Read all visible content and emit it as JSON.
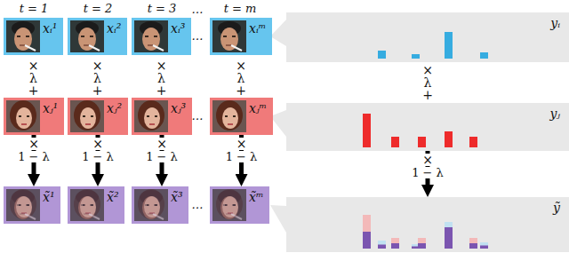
{
  "diagram": {
    "nodes": [
      {
        "text": [
          "xᵢ¹"
        ]
      },
      {
        "text": [
          "xᵢ²"
        ]
      },
      {
        "text": [
          "xᵢ³"
        ]
      },
      {
        "text": [
          "xᵢᵐ"
        ]
      },
      {
        "text": [
          "yᵢ"
        ]
      },
      {
        "text": [
          "xⱼ¹"
        ]
      },
      {
        "text": [
          "xⱼ²"
        ]
      },
      {
        "text": [
          "xⱼ³"
        ]
      },
      {
        "text": [
          "xⱼᵐ"
        ]
      },
      {
        "text": [
          "yⱼ"
        ]
      },
      {
        "text": [
          "x̃¹"
        ]
      },
      {
        "text": [
          "x̃²"
        ]
      },
      {
        "text": [
          "x̃³"
        ]
      },
      {
        "text": [
          "x̃ᵐ"
        ]
      },
      {
        "text": [
          "ỹ"
        ]
      }
    ],
    "edges": [
      {
        "from": 5,
        "to": 10,
        "arrow": "to",
        "label": "1 − λ"
      },
      {
        "from": 6,
        "to": 11,
        "arrow": "to",
        "label": "1 − λ"
      },
      {
        "from": 7,
        "to": 12,
        "arrow": "to",
        "label": "1 − λ"
      },
      {
        "from": 8,
        "to": 13,
        "arrow": "to",
        "label": "1 − λ"
      },
      {
        "from": 9,
        "to": 14,
        "arrow": "to",
        "label": "1 − λ"
      }
    ],
    "labels": [
      "t = 1",
      "t = 2",
      "t = 3",
      "…",
      "t = m",
      "…",
      "…",
      "…",
      "×",
      "λ",
      "+",
      "×",
      "λ",
      "+",
      "×",
      "λ",
      "+",
      "×",
      "λ",
      "+",
      "×",
      "λ",
      "+",
      "×",
      "×",
      "×",
      "×",
      "×"
    ]
  }
}
